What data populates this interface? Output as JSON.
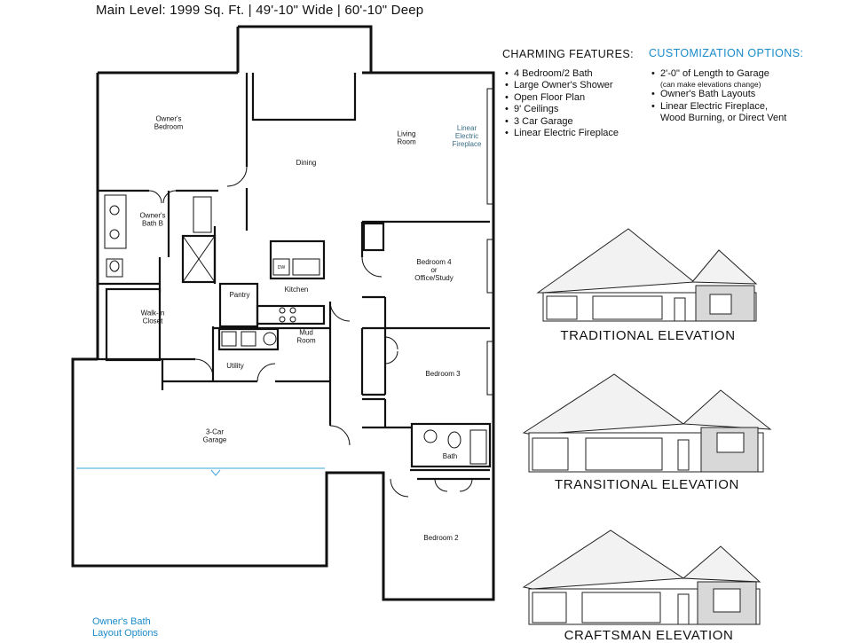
{
  "header": {
    "title": "Main Level: 1999 Sq. Ft. | 49'-10\" Wide | 60'-10\" Deep"
  },
  "rooms": {
    "owners_bedroom": "Owner's\nBedroom",
    "dining": "Dining",
    "living_room": "Living\nRoom",
    "fireplace": "Linear\nElectric\nFireplace",
    "owners_bath_b": "Owner's\nBath B",
    "kitchen": "Kitchen",
    "pantry": "Pantry",
    "dw": "DW",
    "walk_in_closet": "Walk-In\nCloset",
    "utility": "Utility",
    "mud_room": "Mud\nRoom",
    "bedroom4": "Bedroom 4\nor\nOffice/Study",
    "bedroom3": "Bedroom 3",
    "garage": "3-Car\nGarage",
    "bath": "Bath",
    "bedroom2": "Bedroom 2"
  },
  "features": {
    "title": "CHARMING FEATURES:",
    "items": [
      "4 Bedroom/2 Bath",
      "Large Owner's Shower",
      "Open Floor Plan",
      "9' Ceilings",
      "3 Car Garage",
      "Linear Electric Fireplace"
    ]
  },
  "customization": {
    "title": "CUSTOMIZATION OPTIONS:",
    "items": [
      {
        "text": "2'-0\" of Length to Garage",
        "note": "(can make elevations change)"
      },
      {
        "text": "Owner's Bath Layouts"
      },
      {
        "text": "Linear Electric Fireplace,",
        "cont": "Wood Burning, or Direct Vent"
      }
    ]
  },
  "elevations": {
    "traditional": "TRADITIONAL ELEVATION",
    "transitional": "TRANSITIONAL ELEVATION",
    "craftsman": "CRAFTSMAN ELEVATION"
  },
  "bath_note": "Owner's Bath\nLayout Options",
  "colors": {
    "accent": "#1a8bc9",
    "wall": "#111111",
    "option_line": "#3aa6df"
  }
}
